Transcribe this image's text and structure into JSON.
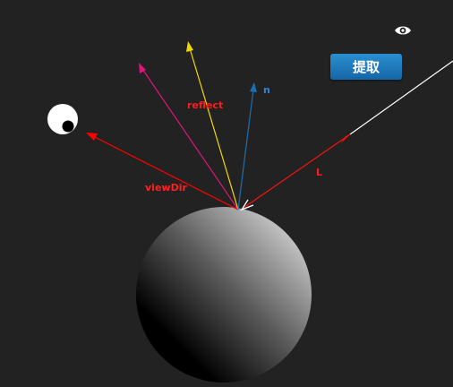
{
  "controls": {
    "extract_label": "提取",
    "visibility_icon": "eye-icon"
  },
  "vectors": [
    {
      "key": "viewDir",
      "label": "viewDir",
      "color": "#ff0000",
      "label_color": "#ff2020"
    },
    {
      "key": "reflect",
      "label": "reflect",
      "color": "#e0157a",
      "label_color": "#ff1a1a"
    },
    {
      "key": "yellow",
      "label": "",
      "color": "#f5d800",
      "label_color": "#f5d800"
    },
    {
      "key": "n",
      "label": "n",
      "color": "#1a6fb0",
      "label_color": "#2a86d8"
    },
    {
      "key": "L",
      "label": "L",
      "color": "#ff1010",
      "label_color": "#ff1a1a"
    },
    {
      "key": "light_ray",
      "label": "",
      "color": "#ffffff",
      "label_color": "#ffffff"
    }
  ],
  "colors": {
    "background": "#222222",
    "sphere_light": "#d8d8d8",
    "sphere_dark": "#000000",
    "button": "#1a78bd"
  },
  "objects": {
    "eye_icon": "eye-icon",
    "sphere": "shaded-sphere"
  }
}
